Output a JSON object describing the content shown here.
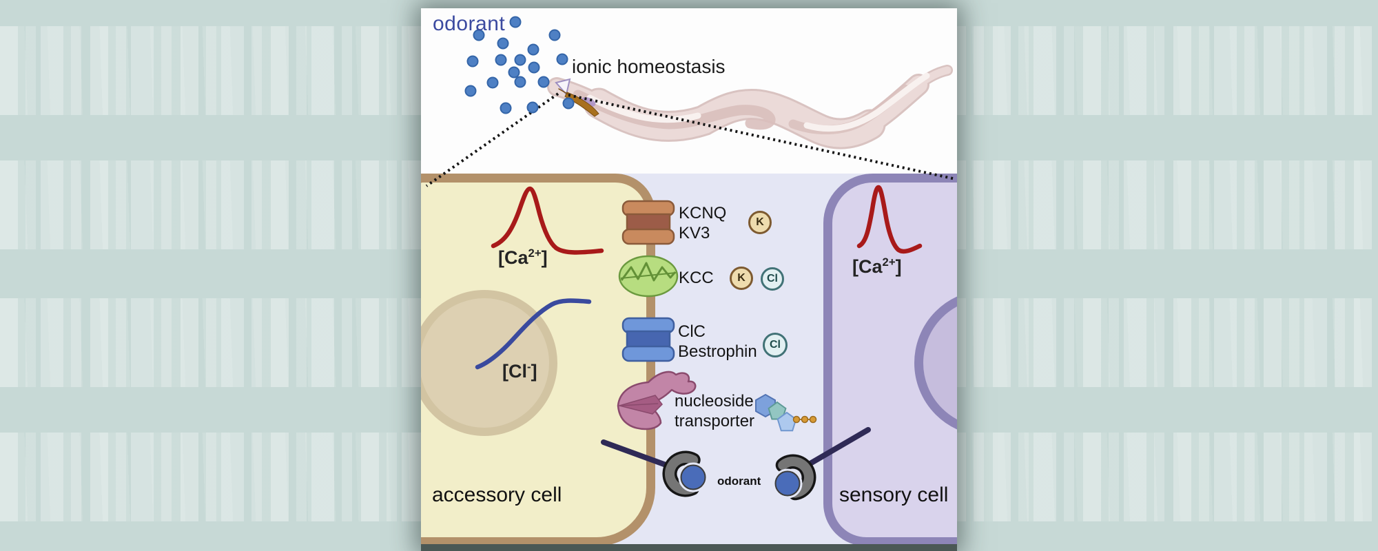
{
  "figure": {
    "top": {
      "odorant_label": "odorant",
      "title": "ionic homeostasis",
      "odorant_dot_count": 18
    },
    "cells": {
      "accessory": {
        "label": "accessory cell",
        "ca_trace": {
          "open": "[Ca",
          "sup": "2+",
          "close": "]"
        },
        "cl_trace": {
          "open": "[Cl",
          "sup": "-",
          "close": "]"
        }
      },
      "sensory": {
        "label": "sensory cell",
        "ca_trace": {
          "open": "[Ca",
          "sup": "2+",
          "close": "]"
        }
      }
    },
    "channels": [
      {
        "name": "kcnq-kv3",
        "line1": "KCNQ",
        "line2": "KV3"
      },
      {
        "name": "kcc",
        "line1": "KCC",
        "line2": ""
      },
      {
        "name": "clc-bestrophin",
        "line1": "ClC",
        "line2": "Bestrophin"
      },
      {
        "name": "nucleoside-transporter",
        "line1": "nucleoside",
        "line2": "transporter"
      }
    ],
    "ions": [
      {
        "symbol": "K",
        "type": "potassium"
      },
      {
        "symbol": "K",
        "type": "potassium"
      },
      {
        "symbol": "Cl",
        "type": "chloride"
      },
      {
        "symbol": "Cl",
        "type": "chloride"
      }
    ],
    "receptor_label": "odorant"
  },
  "colors": {
    "bg_base": "#c7d9d6",
    "panel_bg": "#fdfdfd",
    "canal_bg": "#e4e6f4",
    "accessory_fill": "#f2eec9",
    "accessory_border": "#b3916a",
    "accessory_nucleus_fill": "#ddd0b2",
    "accessory_nucleus_ring": "#d2c4a2",
    "sensory_fill": "#d9d3ec",
    "sensory_border": "#8d85b7",
    "sensory_nucleus_fill": "#c6bddd",
    "ca_trace": "#a81a1a",
    "cl_trace": "#3a4a9e",
    "odorant_text": "#3b4aa0",
    "odorant_dot": "#4e80c4",
    "odorant_dot_edge": "#3465a8",
    "ion_k_fill": "#eedcae",
    "ion_k_border": "#7d5a30",
    "ion_cl_fill": "#e2f0f2",
    "ion_cl_border": "#417276",
    "receptor_gray": "#757575",
    "rod_navy": "#2f2a56",
    "worm_body": "#ebdad8",
    "kcnq_light": "#c98a5e",
    "kcnq_dark": "#9c5c48",
    "kcc_green": "#b7dd80",
    "clc_light": "#6f97da",
    "clc_dark": "#4766b0",
    "transporter_pink": "#c285a7",
    "bottom_strip": "#4b5855"
  }
}
